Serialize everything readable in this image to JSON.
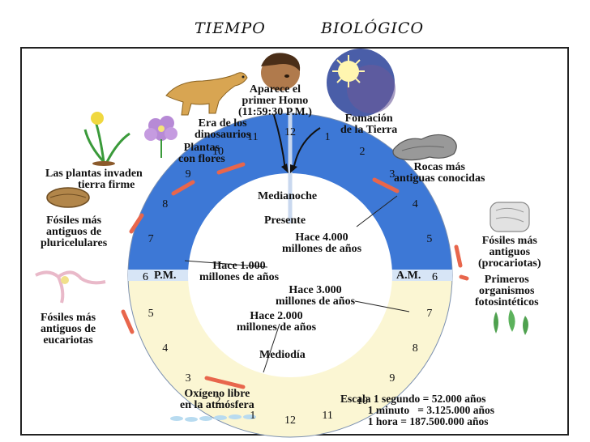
{
  "title": {
    "word1": "TIEMPO",
    "word2": "BIOLÓGICO"
  },
  "clock": {
    "center_top": "Medianoche",
    "center_bottom": "Mediodía",
    "left_period": "P.M.",
    "right_period": "A.M.",
    "present": "Presente",
    "pm_numbers": [
      "12",
      "1",
      "2",
      "3",
      "4",
      "5",
      "6",
      "7",
      "8",
      "9",
      "10",
      "11"
    ],
    "am_numbers": [
      "12",
      "1",
      "2",
      "3",
      "4",
      "5",
      "6",
      "7",
      "8",
      "9",
      "10",
      "11"
    ],
    "colors": {
      "night": "#3d78d6",
      "day": "#fbf6d3",
      "marker": "#e8664c"
    }
  },
  "inner_labels": {
    "m4000": [
      "Hace 4.000",
      "millones de años"
    ],
    "m1000": [
      "Hace 1.000",
      "millones de años"
    ],
    "m3000": [
      "Hace 3.000",
      "millones de años"
    ],
    "m2000": [
      "Hace 2.000",
      "millones de años"
    ]
  },
  "events": {
    "homo": [
      "Aparece el",
      "primer Homo",
      "(11:59:30 P.M.)"
    ],
    "earth": [
      "Fomación",
      "de la Tierra"
    ],
    "dinos": [
      "Era de los",
      "dinosaurios"
    ],
    "flowers": [
      "Plantas",
      "con flores"
    ],
    "land_plants": [
      "Las plantas invaden",
      "tierra firme"
    ],
    "oldest_rocks": [
      "Rocas más",
      "antiguas conocidas"
    ],
    "multicellular": [
      "Fósiles más",
      "antiguos de",
      "pluricelulares"
    ],
    "prokaryotes": [
      "Fósiles más",
      "antiguos",
      "(procariotas)"
    ],
    "photosynthetic": [
      "Primeros",
      "organismos",
      "fotosintéticos"
    ],
    "eukaryotes": [
      "Fósiles más",
      "antiguos de",
      "eucariotas"
    ],
    "oxygen": [
      "Oxígeno libre",
      "en la atmósfera"
    ]
  },
  "scale": {
    "line1": "Escala 1 segundo = 52.000 años",
    "line2": "          1 minuto   = 3.125.000 años",
    "line3": "          1 hora = 187.500.000 años"
  },
  "icons": [
    "dinosaur-icon",
    "human-head-icon",
    "earth-planet-icon",
    "daffodil-icon",
    "flower-icon",
    "rock-icon",
    "fossil-shell-icon",
    "fossil-stone-icon",
    "algae-icon",
    "eukaryote-cells-icon",
    "bacteria-chain-icon"
  ]
}
